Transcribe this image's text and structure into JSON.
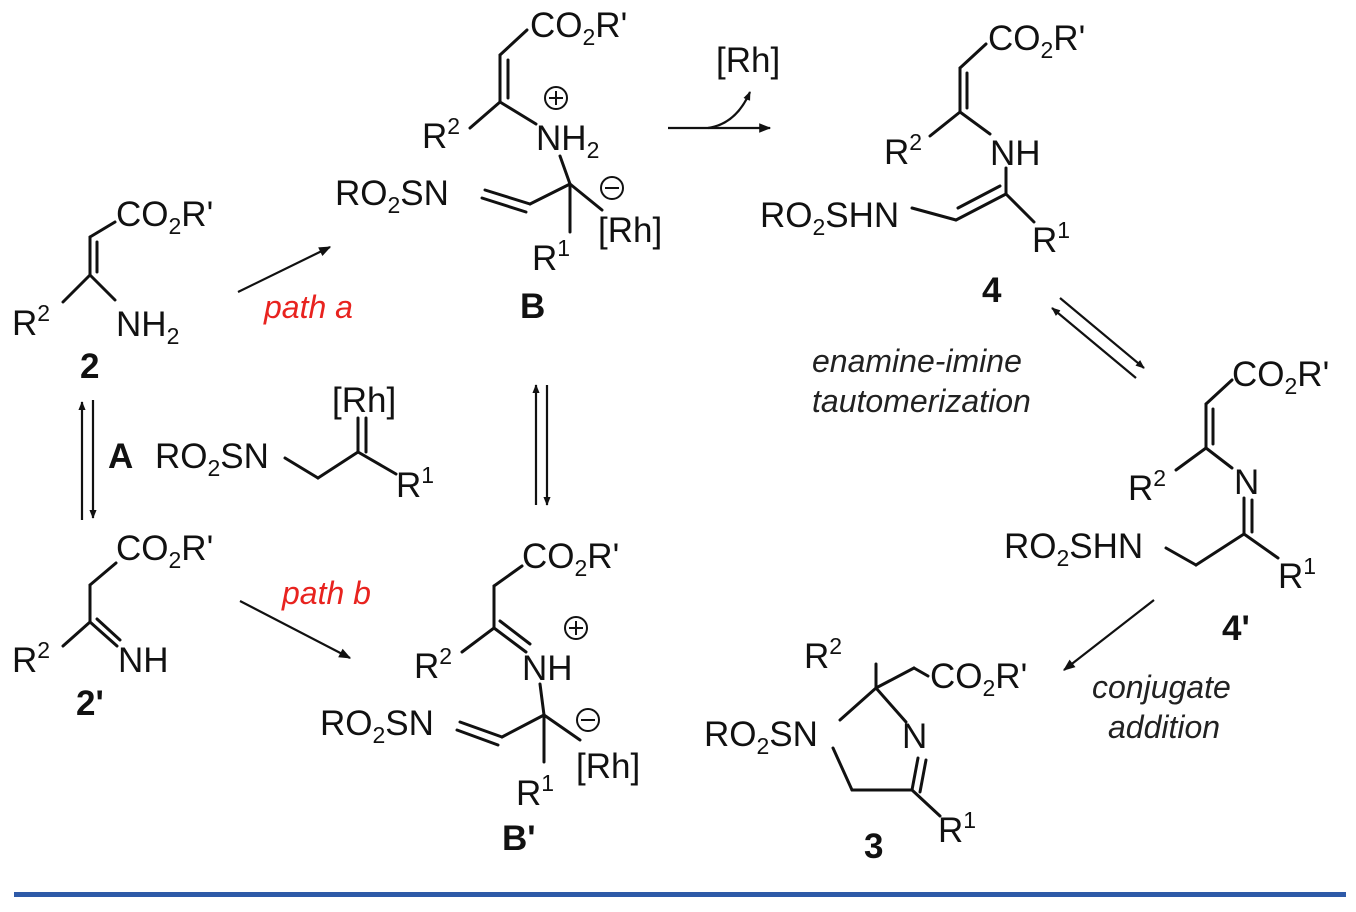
{
  "labels": {
    "co2r": "CO",
    "co2r_tail": "R'",
    "sub2": "2",
    "sup2": "2",
    "sup1": "1",
    "r": "R",
    "nh2": "NH",
    "nh": "NH",
    "n": "N",
    "rh": "[Rh]",
    "ro2sn": "RO",
    "ro2sn_tail": "SN",
    "ro2shn_tail": "SHN"
  },
  "compounds": {
    "c2": "2",
    "c2p": "2'",
    "cA": "A",
    "cB": "B",
    "cBp": "B'",
    "c4": "4",
    "c4p": "4'",
    "c3": "3"
  },
  "paths": {
    "a": "path a",
    "b": "path b"
  },
  "captions": {
    "taut1": "enamine-imine",
    "taut2": "tautomerization",
    "conj1": "conjugate",
    "conj2": "addition"
  },
  "colors": {
    "path_text": "#e8231f",
    "bottom_rule": "#2e5aa8"
  }
}
